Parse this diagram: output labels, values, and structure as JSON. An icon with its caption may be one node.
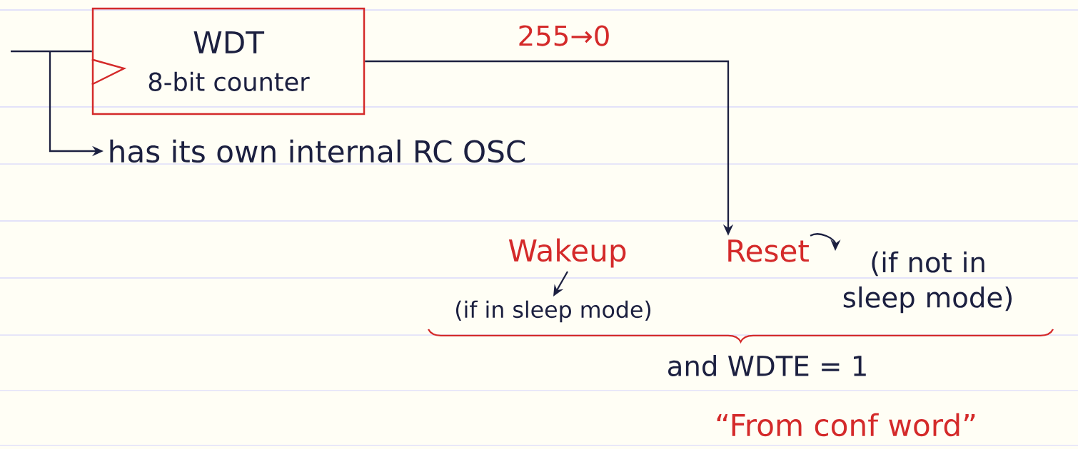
{
  "diagram": {
    "nodes": [
      {
        "text": [
          "WDT",
          "8-bit counter"
        ]
      },
      {
        "text": [
          "has its own internal RC OSC"
        ]
      },
      {
        "text": [
          "Reset"
        ]
      },
      {
        "text": [
          "Wakeup"
        ]
      },
      {
        "text": [
          "(if in sleep mode)"
        ]
      },
      {
        "text": [
          "(if not in sleep mode)"
        ]
      }
    ],
    "edges": [
      {
        "from": null,
        "to": 0,
        "arrow": "none"
      },
      {
        "from": null,
        "to": 1,
        "arrow": "to"
      },
      {
        "from": 0,
        "to": 2,
        "arrow": "to",
        "label": "255→0"
      },
      {
        "from": 3,
        "to": 4,
        "arrow": "to"
      },
      {
        "from": 2,
        "to": 5,
        "arrow": "to"
      }
    ],
    "labels": [
      "and WDTE = 1",
      "“From conf word”"
    ]
  }
}
